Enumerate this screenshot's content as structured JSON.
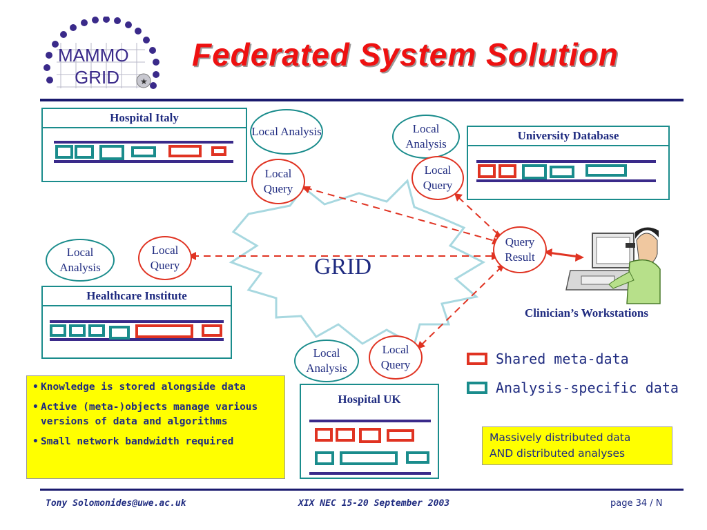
{
  "slide": {
    "title": "Federated System Solution",
    "logo": {
      "line1": "MAMMO",
      "line2": "GRID"
    },
    "grid_label": "GRID",
    "nodes": {
      "hospital_italy": {
        "title": "Hospital Italy",
        "analysis": "Local Analysis",
        "query": "Local Query"
      },
      "university_db": {
        "title": "University Database",
        "analysis": "Local Analysis",
        "query": "Local Query"
      },
      "healthcare": {
        "title": "Healthcare Institute",
        "analysis": "Local Analysis",
        "query": "Local Query"
      },
      "hospital_uk": {
        "title": "Hospital UK",
        "analysis": "Local Analysis",
        "query": "Local Query"
      }
    },
    "query_result": "Query Result",
    "clinician_label": "Clinician’s Workstations",
    "legend": {
      "shared": "Shared meta-data",
      "analysis": "Analysis-specific data"
    },
    "notes": [
      "Knowledge is stored alongside data",
      "Active (meta-)objects manage various versions of data and algorithms",
      "Small network bandwidth required"
    ],
    "callout": {
      "line1": "Massively distributed data",
      "line2": "AND distributed analyses"
    },
    "footer": {
      "author": "Tony Solomonides@uwe.ac.uk",
      "event": "XIX NEC 15-20 September 2003",
      "page": "page 34 / N"
    },
    "colors": {
      "teal": "#1a8c8c",
      "red": "#e03322",
      "navy": "#1f2b80",
      "title_red": "#ee1111",
      "callout_bg": "#ffff00"
    }
  }
}
